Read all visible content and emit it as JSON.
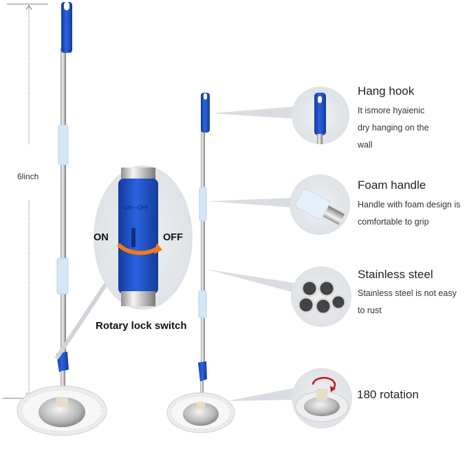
{
  "dimension": {
    "label": "6linch"
  },
  "lock_switch": {
    "on_label": "ON",
    "off_label": "OFF",
    "caption": "Rotary lock switch",
    "emboss": "ON—OFF"
  },
  "features": [
    {
      "title": "Hang hook",
      "desc_lines": [
        "It ismore hyaienic",
        "dry hanging on the",
        "wall"
      ]
    },
    {
      "title": "Foam handle",
      "desc_lines": [
        "Handle with foam design is",
        "comfortable to grip"
      ]
    },
    {
      "title": "Stainless steel",
      "desc_lines": [
        "Stainless steel  is  not easy",
        "to rust"
      ]
    },
    {
      "title": "180 rotation",
      "desc_lines": []
    }
  ],
  "colors": {
    "handle_blue": "#1f4fc4",
    "foam_blue": "#cfe3f5",
    "steel": "#c9c9c9",
    "mop_white": "#f2f2f2",
    "callout_gray": "#e8eaed"
  }
}
